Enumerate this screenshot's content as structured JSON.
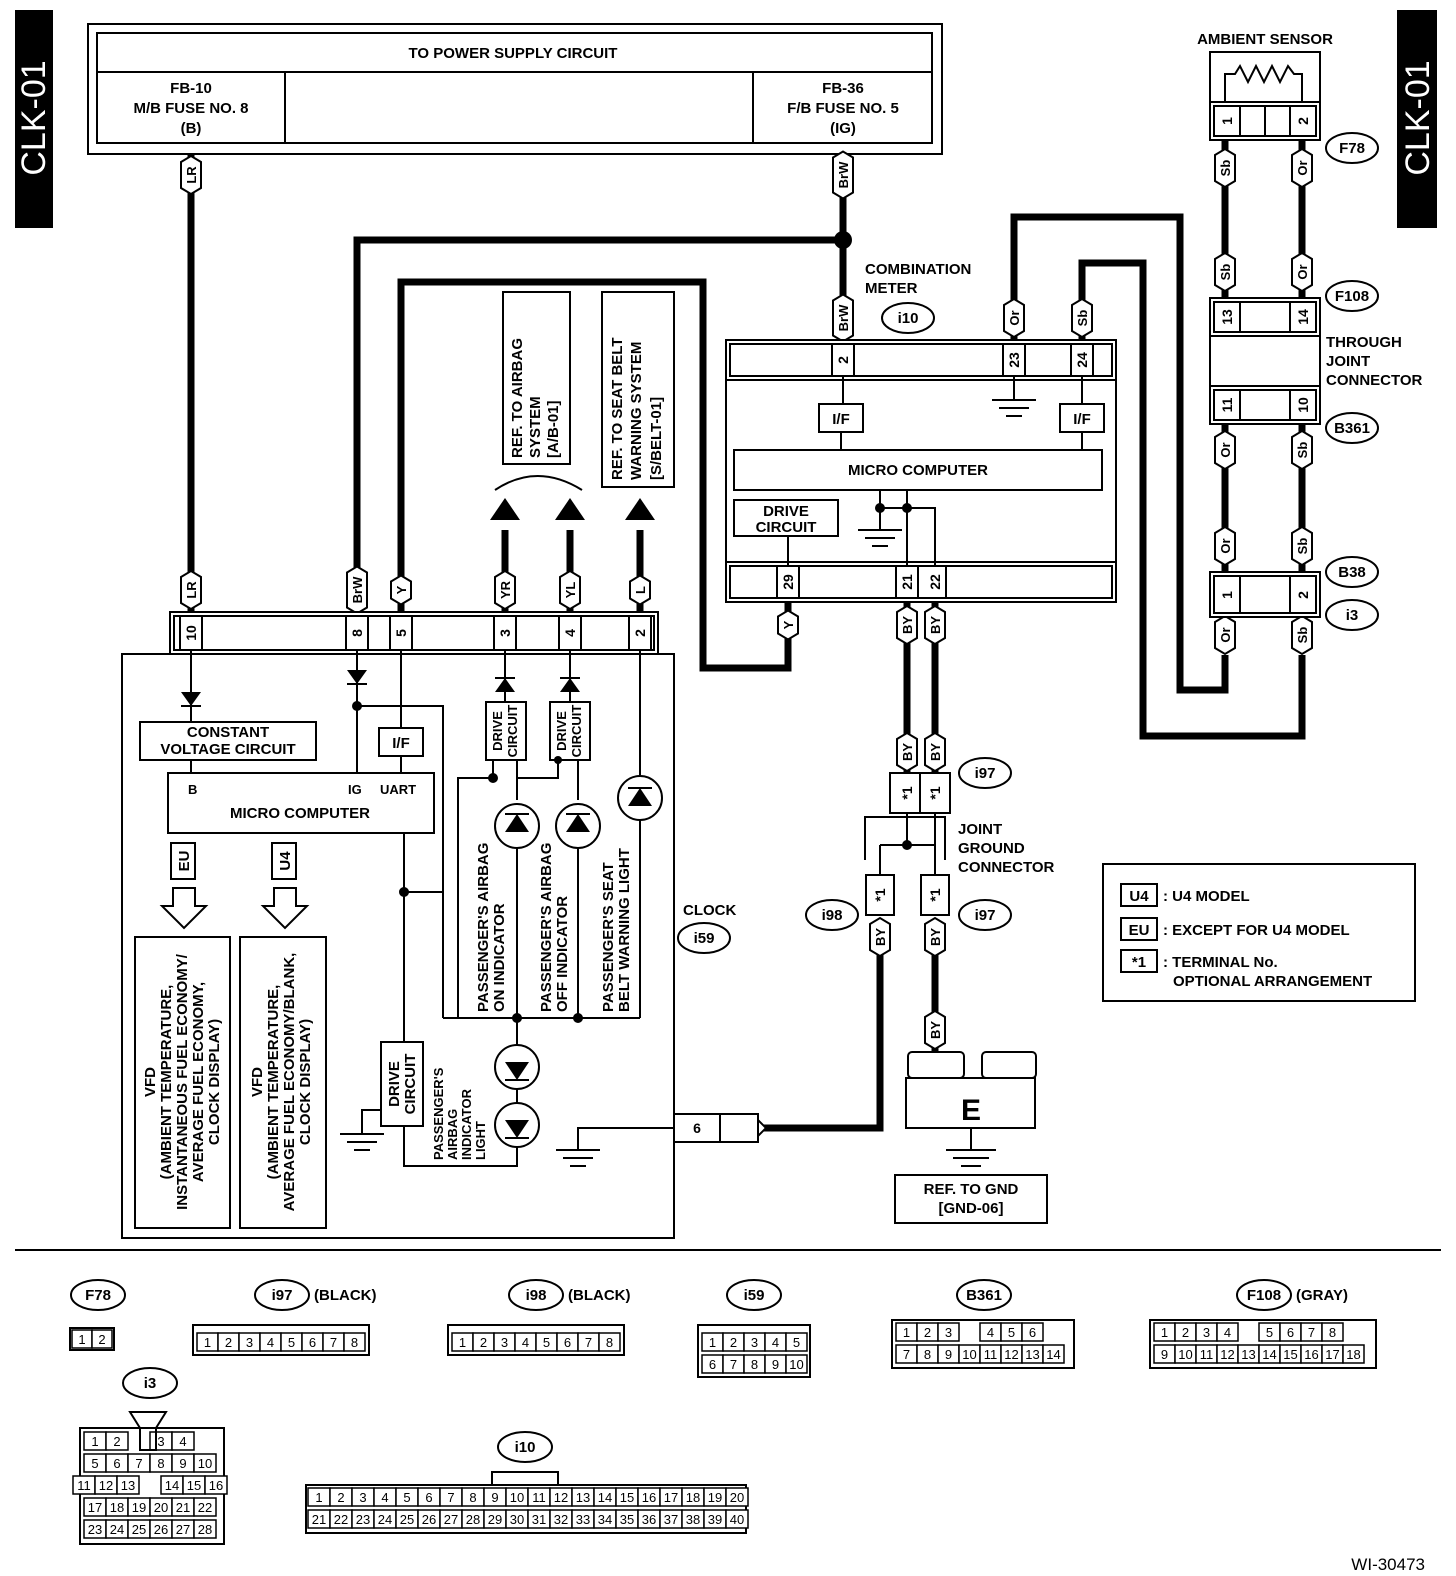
{
  "page_label": "CLK-01",
  "power_supply": {
    "title": "TO POWER SUPPLY CIRCUIT",
    "left_fuse": [
      "FB-10",
      "M/B FUSE NO. 8",
      "(B)"
    ],
    "right_fuse": [
      "FB-36",
      "F/B FUSE NO. 5",
      "(IG)"
    ]
  },
  "wire_colors": {
    "LR": "LR",
    "BrW": "BrW",
    "Y": "Y",
    "YR": "YR",
    "YL": "YL",
    "L": "L",
    "Or": "Or",
    "Sb": "Sb",
    "BY": "BY"
  },
  "ambient_sensor": {
    "title": "AMBIENT SENSOR",
    "connector": "F78"
  },
  "combination_meter": {
    "title": [
      "COMBINATION",
      "METER"
    ],
    "connector": "i10",
    "blocks": {
      "if": "I/F",
      "micro": "MICRO COMPUTER",
      "drive": [
        "DRIVE",
        "CIRCUIT"
      ]
    }
  },
  "through_joint": [
    "THROUGH",
    "JOINT",
    "CONNECTOR"
  ],
  "connectors": {
    "F108": "F108",
    "B361": "B361",
    "B38": "B38",
    "i3": "i3",
    "i97": "i97",
    "i98": "i98",
    "i59": "i59"
  },
  "pins": {
    "f78": [
      "1",
      "2"
    ],
    "f108": [
      "13",
      "14"
    ],
    "b361": [
      "11",
      "10"
    ],
    "b38": [
      "1",
      "2"
    ],
    "meter_top": [
      "2",
      "23",
      "24"
    ],
    "meter_bottom": [
      "29",
      "21",
      "22"
    ],
    "clock": [
      "10",
      "8",
      "5",
      "3",
      "4",
      "2"
    ],
    "clock_gnd": "6",
    "star": "*1"
  },
  "refs": {
    "airbag": [
      "REF. TO AIRBAG",
      "SYSTEM",
      "[A/B-01]"
    ],
    "seatbelt": [
      "REF. TO SEAT BELT",
      "WARNING SYSTEM",
      "[S/BELT-01]"
    ],
    "gnd": [
      "REF. TO GND",
      "[GND-06]"
    ]
  },
  "clock": {
    "title": "CLOCK",
    "connector": "i59",
    "const_voltage": [
      "CONSTANT",
      "VOLTAGE CIRCUIT"
    ],
    "micro": "MICRO COMPUTER",
    "micro_pins": {
      "b": "B",
      "ig": "IG",
      "uart": "UART"
    },
    "if": "I/F",
    "drive": [
      "DRIVE",
      "CIRCUIT"
    ],
    "eu": "EU",
    "u4": "U4",
    "vfd_eu": [
      "VFD",
      "(AMBIENT TEMPERATURE,",
      "INSTANTANEOUS FUEL ECONOMY/",
      "AVERAGE FUEL ECONOMY,",
      "CLOCK DISPLAY)"
    ],
    "vfd_u4": [
      "VFD",
      "(AMBIENT TEMPERATURE,",
      "AVERAGE FUEL ECONOMY/BLANK,",
      "CLOCK DISPLAY)"
    ],
    "airbag_on": [
      "PASSENGER'S AIRBAG",
      "ON INDICATOR"
    ],
    "airbag_off": [
      "PASSENGER'S AIRBAG",
      "OFF INDICATOR"
    ],
    "seatbelt_light": [
      "PASSENGER'S SEAT",
      "BELT WARNING LIGHT"
    ],
    "airbag_light": [
      "PASSENGER'S",
      "AIRBAG",
      "INDICATOR",
      "LIGHT"
    ]
  },
  "joint_ground": [
    "JOINT",
    "GROUND",
    "CONNECTOR"
  ],
  "ground_symbol": "E",
  "legend": [
    {
      "tag": "U4",
      "text": ": U4 MODEL"
    },
    {
      "tag": "EU",
      "text": ": EXCEPT FOR U4 MODEL"
    },
    {
      "tag": "*1",
      "text": ": TERMINAL No.",
      "text2": "OPTIONAL ARRANGEMENT"
    }
  ],
  "connector_views": {
    "F78": {
      "label": "F78",
      "rows": [
        [
          "1",
          "2"
        ]
      ]
    },
    "i97": {
      "label": "i97",
      "color": "(BLACK)",
      "rows": [
        [
          "1",
          "2",
          "3",
          "4",
          "5",
          "6",
          "7",
          "8"
        ]
      ]
    },
    "i98": {
      "label": "i98",
      "color": "(BLACK)",
      "rows": [
        [
          "1",
          "2",
          "3",
          "4",
          "5",
          "6",
          "7",
          "8"
        ]
      ]
    },
    "i59": {
      "label": "i59",
      "rows": [
        [
          "1",
          "2",
          "3",
          "4",
          "5"
        ],
        [
          "6",
          "7",
          "8",
          "9",
          "10"
        ]
      ]
    },
    "B361": {
      "label": "B361",
      "rows": [
        [
          "1",
          "2",
          "3",
          "",
          "4",
          "5",
          "6"
        ],
        [
          "7",
          "8",
          "9",
          "10",
          "11",
          "12",
          "13",
          "14"
        ]
      ]
    },
    "F108": {
      "label": "F108",
      "color": "(GRAY)",
      "rows": [
        [
          "1",
          "2",
          "3",
          "4",
          "",
          "5",
          "6",
          "7",
          "8"
        ],
        [
          "9",
          "10",
          "11",
          "12",
          "13",
          "14",
          "15",
          "16",
          "17",
          "18"
        ]
      ]
    },
    "i3": {
      "label": "i3",
      "rows": [
        [
          "1",
          "2",
          "",
          "3",
          "4"
        ],
        [
          "5",
          "6",
          "7",
          "8",
          "9",
          "10"
        ],
        [
          "11",
          "12",
          "13",
          "",
          "14",
          "15",
          "16"
        ],
        [
          "17",
          "18",
          "19",
          "20",
          "21",
          "22"
        ],
        [
          "23",
          "24",
          "25",
          "26",
          "27",
          "28"
        ]
      ]
    },
    "i10": {
      "label": "i10",
      "rows": [
        [
          "1",
          "2",
          "3",
          "4",
          "5",
          "6",
          "7",
          "8",
          "9",
          "10",
          "11",
          "12",
          "13",
          "14",
          "15",
          "16",
          "17",
          "18",
          "19",
          "20"
        ],
        [
          "21",
          "22",
          "23",
          "24",
          "25",
          "26",
          "27",
          "28",
          "29",
          "30",
          "31",
          "32",
          "33",
          "34",
          "35",
          "36",
          "37",
          "38",
          "39",
          "40"
        ]
      ]
    }
  },
  "figure_id": "WI-30473"
}
